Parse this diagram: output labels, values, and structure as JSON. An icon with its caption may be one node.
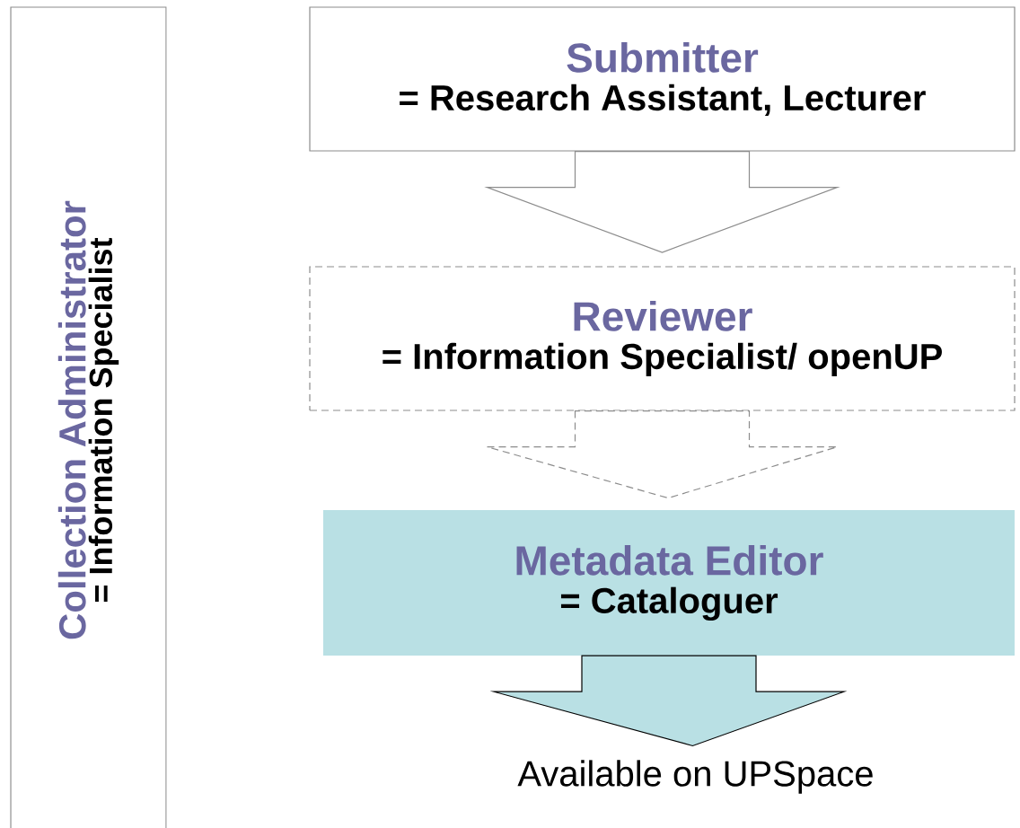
{
  "diagram": {
    "nodes": [
      {
        "text": [
          "Collection Administrator",
          "= Information Specialist"
        ]
      },
      {
        "text": [
          "Submitter",
          "= Research Assistant, Lecturer"
        ]
      },
      {
        "text": [
          "Reviewer",
          "= Information Specialist/ openUP"
        ]
      },
      {
        "text": [
          "Metadata Editor",
          "= Cataloguer"
        ]
      },
      {
        "text": [
          "Available on UPSpace"
        ]
      }
    ],
    "edges": [
      {
        "from": 1,
        "to": 2,
        "arrow": "to"
      },
      {
        "from": 2,
        "to": 3,
        "arrow": "to",
        "style": "dashed"
      },
      {
        "from": 3,
        "to": 4,
        "arrow": "to",
        "color": "#b9e0e4"
      }
    ]
  }
}
